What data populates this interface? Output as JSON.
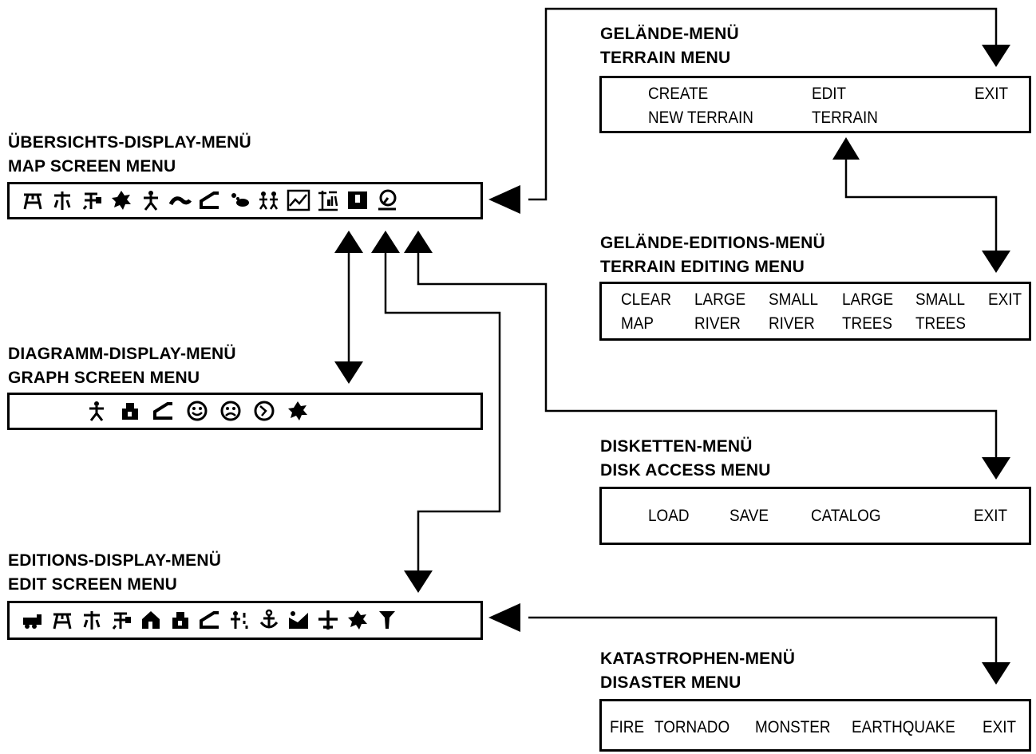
{
  "terrain_menu": {
    "title_de": "GELÄNDE-MENÜ",
    "title_en": "TERRAIN MENU",
    "items": [
      "CREATE",
      "NEW TERRAIN",
      "EDIT",
      "TERRAIN",
      "EXIT"
    ]
  },
  "map_screen_menu": {
    "title_de": "ÜBERSICHTS-DISPLAY-MENÜ",
    "title_en": "MAP SCREEN MENU",
    "icons": [
      "bulldozer-icon",
      "power-line-icon",
      "transit-icon",
      "fire-icon",
      "people-icon",
      "road-icon",
      "industry-icon",
      "pollution-icon",
      "crime-icon",
      "graph-icon",
      "budget-icon",
      "disk-icon",
      "disaster-icon"
    ]
  },
  "terrain_editing_menu": {
    "title_de": "GELÄNDE-EDITIONS-MENÜ",
    "title_en": "TERRAIN EDITING MENU",
    "items": [
      "CLEAR",
      "MAP",
      "LARGE",
      "RIVER",
      "SMALL",
      "RIVER",
      "LARGE",
      "TREES",
      "SMALL",
      "TREES",
      "EXIT"
    ]
  },
  "graph_screen_menu": {
    "title_de": "DIAGRAMM-DISPLAY-MENÜ",
    "title_en": "GRAPH SCREEN MENU",
    "icons": [
      "people-icon",
      "commercial-icon",
      "industry-icon",
      "happy-face-icon",
      "sad-face-icon",
      "clock-icon",
      "fire-icon"
    ]
  },
  "disk_access_menu": {
    "title_de": "DISKETTEN-MENÜ",
    "title_en": "DISK ACCESS MENU",
    "items": [
      "LOAD",
      "SAVE",
      "CATALOG",
      "EXIT"
    ]
  },
  "edit_screen_menu": {
    "title_de": "EDITIONS-DISPLAY-MENÜ",
    "title_en": "EDIT SCREEN MENU",
    "icons": [
      "bulldozer-icon",
      "power-line-icon",
      "road-icon",
      "rail-icon",
      "residential-icon",
      "commercial-icon",
      "industrial-icon",
      "police-icon",
      "port-icon",
      "stadium-icon",
      "airport-icon",
      "fire-station-icon",
      "power-plant-icon"
    ]
  },
  "disaster_menu": {
    "title_de": "KATASTROPHEN-MENÜ",
    "title_en": "DISASTER MENU",
    "items": [
      "FIRE",
      "TORNADO",
      "MONSTER",
      "EARTHQUAKE",
      "EXIT"
    ]
  }
}
